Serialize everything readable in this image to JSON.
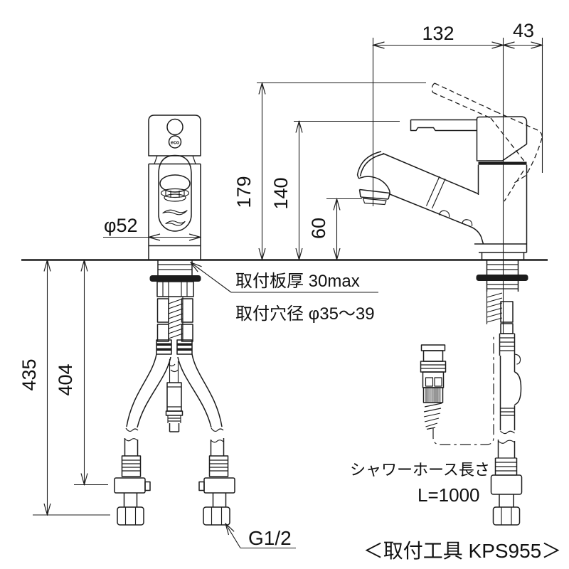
{
  "drawing": {
    "background": "#ffffff",
    "line_color": "#1c1c1c",
    "dimensions": {
      "spout_reach": "132",
      "handle_overhang": "43",
      "height_handle_raised": "179",
      "height_handle": "140",
      "spout_clearance": "60",
      "under_counter_total": "435",
      "under_counter_hose": "404",
      "body_diameter": "φ52"
    },
    "annotations": {
      "mount_plate_thickness": "取付板厚 30max",
      "mount_hole_diameter": "取付穴径 φ35〜39",
      "connection_thread": "G1/2",
      "shower_hose_label": "シャワーホース長さ",
      "shower_hose_length": "L=1000",
      "tool_note": "＜取付工具 KPS955＞",
      "eco_mark": "eco"
    }
  }
}
